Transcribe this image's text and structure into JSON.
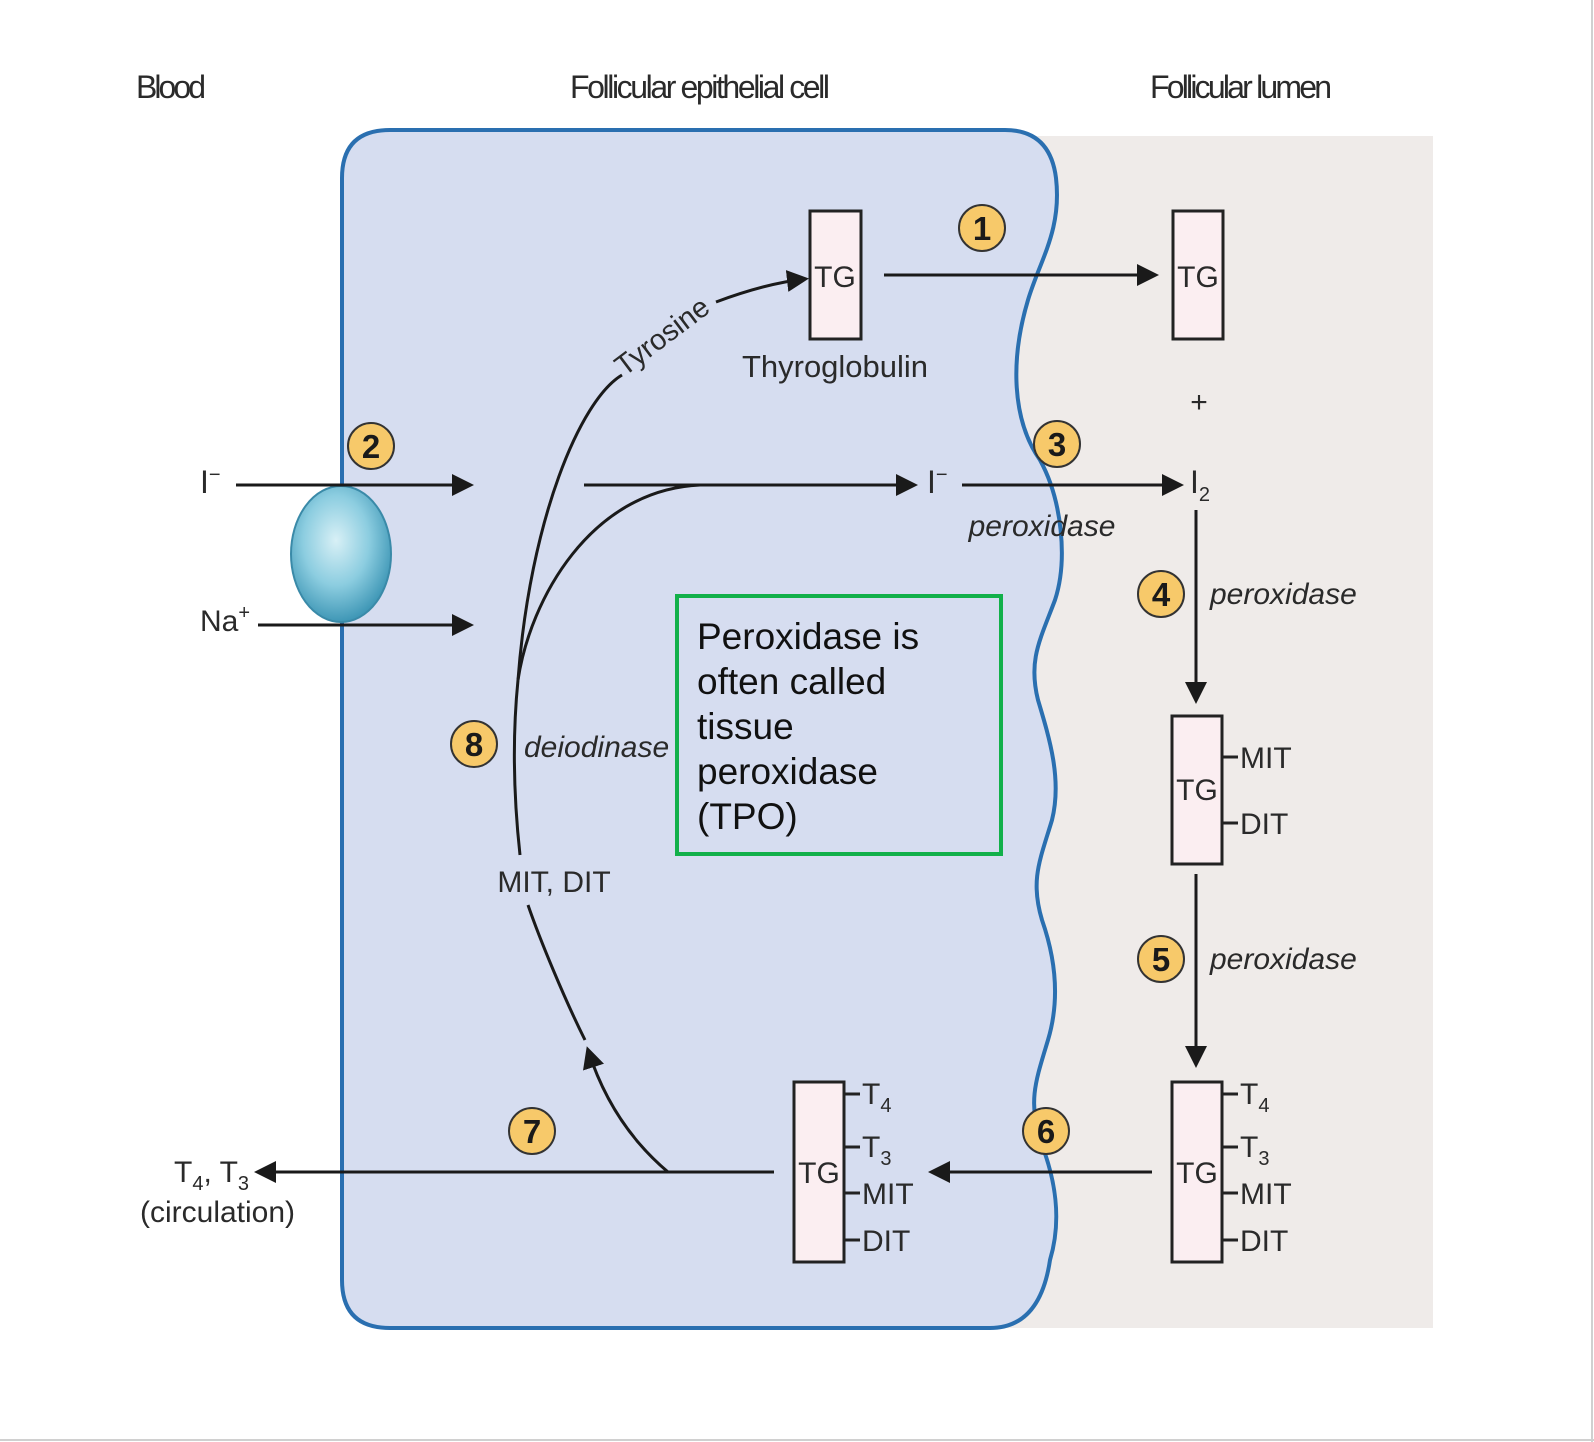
{
  "headers": {
    "blood": "Blood",
    "cell": "Follicular epithelial cell",
    "lumen": "Follicular lumen"
  },
  "steps": [
    "1",
    "2",
    "3",
    "4",
    "5",
    "6",
    "7",
    "8"
  ],
  "labels": {
    "tg": "TG",
    "thyroglobulin": "Thyroglobulin",
    "tyrosine": "Tyrosine",
    "iodide": "I",
    "iodide_sup": "−",
    "sodium": "Na",
    "sodium_sup": "+",
    "plus": "+",
    "iodine": "I",
    "iodine_sub": "2",
    "peroxidase": "peroxidase",
    "deiodinase": "deiodinase",
    "mit_dit": "MIT, DIT",
    "mit": "MIT",
    "dit": "DIT",
    "t": "T",
    "t4_sub": "4",
    "t3_sub": "3",
    "circulation": "(circulation)",
    "output_t4": "T",
    "output_t4_sub": "4",
    "output_comma": ", T",
    "output_t3_sub": "3"
  },
  "note": "Peroxidase is often called tissue peroxidase (TPO)",
  "colors": {
    "cell_fill": "#d6ddf0",
    "cell_stroke": "#2a6fb0",
    "lumen_fill": "#efebe9",
    "badge_fill": "#f7c96a",
    "tg_fill": "#fbeef1",
    "note_border": "#12b04a"
  }
}
